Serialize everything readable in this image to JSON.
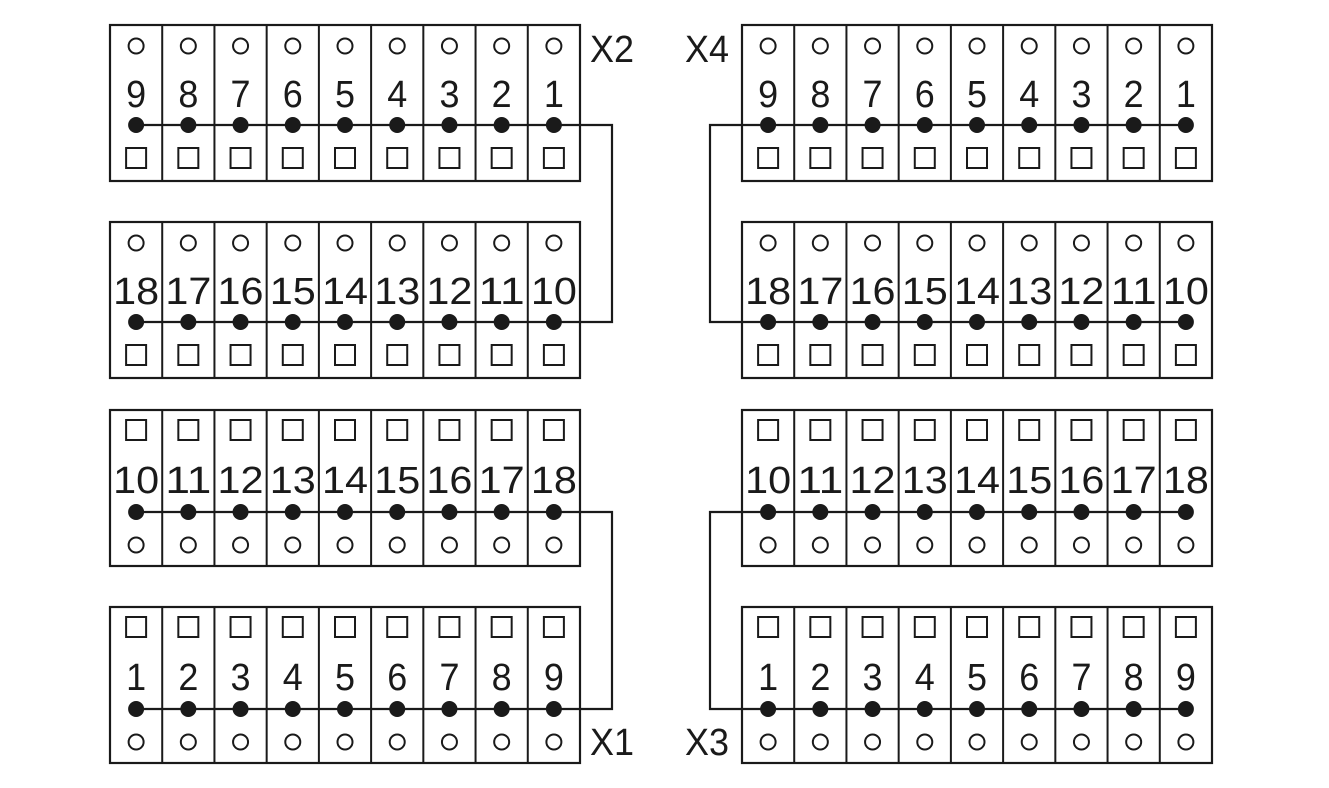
{
  "colors": {
    "ink": "#1a1a1a",
    "background": "#ffffff"
  },
  "connectors": [
    {
      "label": "X2",
      "side": "left",
      "orientation": "top",
      "rows": [
        {
          "numbers": [
            "9",
            "8",
            "7",
            "6",
            "5",
            "4",
            "3",
            "2",
            "1"
          ]
        },
        {
          "numbers": [
            "18",
            "17",
            "16",
            "15",
            "14",
            "13",
            "12",
            "11",
            "10"
          ]
        }
      ]
    },
    {
      "label": "X4",
      "side": "right",
      "orientation": "top",
      "rows": [
        {
          "numbers": [
            "9",
            "8",
            "7",
            "6",
            "5",
            "4",
            "3",
            "2",
            "1"
          ]
        },
        {
          "numbers": [
            "18",
            "17",
            "16",
            "15",
            "14",
            "13",
            "12",
            "11",
            "10"
          ]
        }
      ]
    },
    {
      "label": "X1",
      "side": "left",
      "orientation": "bottom",
      "rows": [
        {
          "numbers": [
            "10",
            "11",
            "12",
            "13",
            "14",
            "15",
            "16",
            "17",
            "18"
          ]
        },
        {
          "numbers": [
            "1",
            "2",
            "3",
            "4",
            "5",
            "6",
            "7",
            "8",
            "9"
          ]
        }
      ]
    },
    {
      "label": "X3",
      "side": "right",
      "orientation": "bottom",
      "rows": [
        {
          "numbers": [
            "10",
            "11",
            "12",
            "13",
            "14",
            "15",
            "16",
            "17",
            "18"
          ]
        },
        {
          "numbers": [
            "1",
            "2",
            "3",
            "4",
            "5",
            "6",
            "7",
            "8",
            "9"
          ]
        }
      ]
    }
  ]
}
